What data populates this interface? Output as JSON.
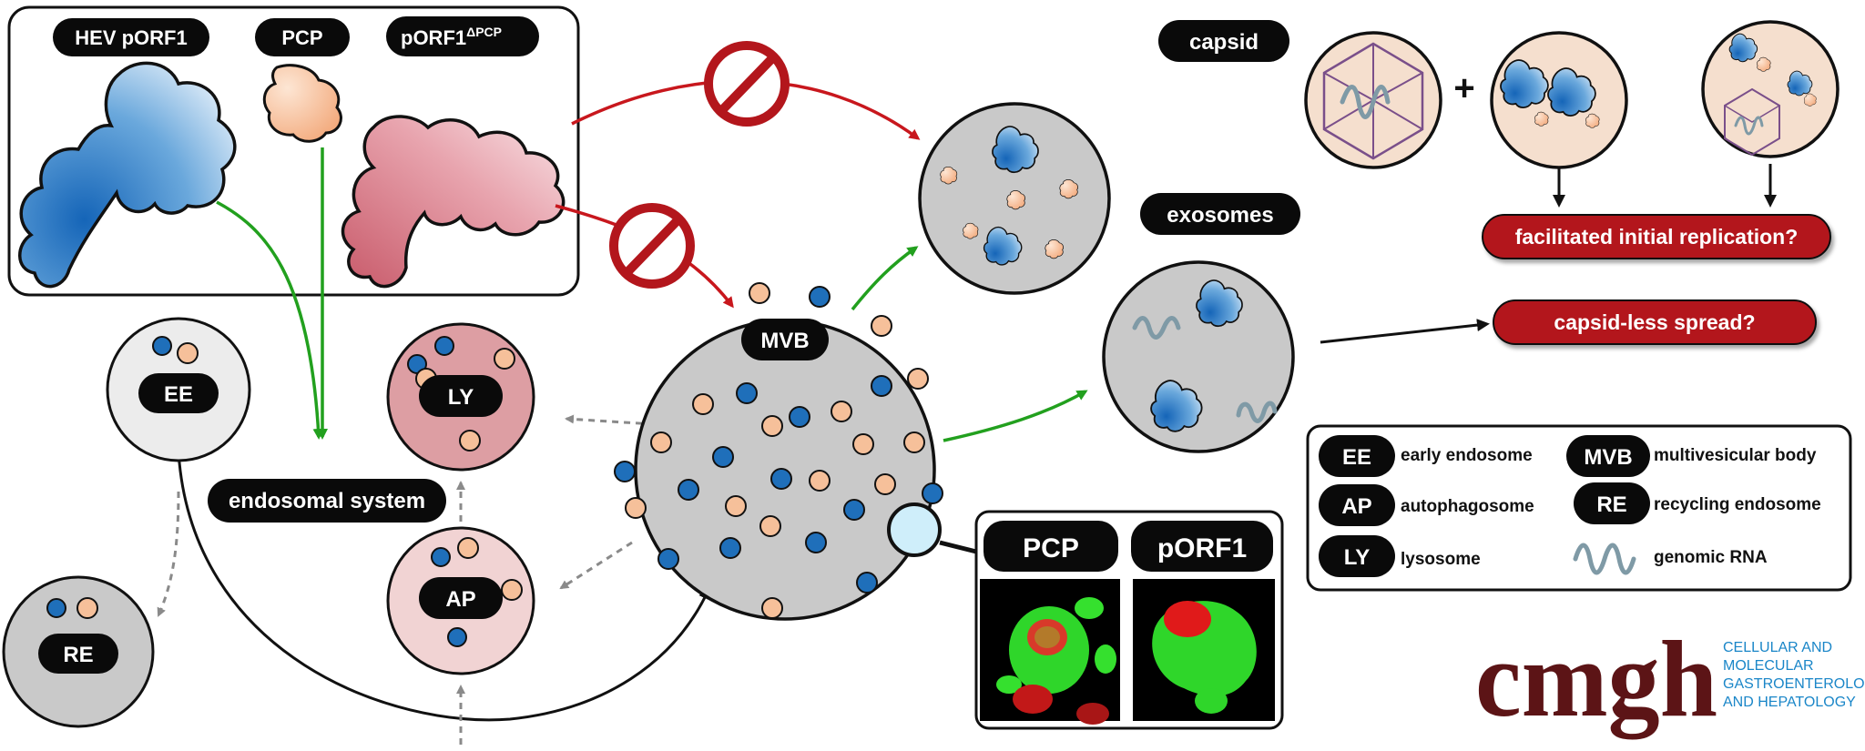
{
  "proteins": {
    "hev_porf1": "HEV pORF1",
    "pcp": "PCP",
    "porf1_dpcp_base": "pORF1",
    "porf1_dpcp_sup": "ΔPCP"
  },
  "compartments": {
    "ee": "EE",
    "ly": "LY",
    "ap": "AP",
    "re": "RE",
    "mvb": "MVB",
    "endosomal_system": "endosomal system"
  },
  "right_panel": {
    "capsid": "capsid",
    "plus": "+",
    "exosomes": "exosomes",
    "question_1": "facilitated initial replication?",
    "question_2": "capsid-less spread?"
  },
  "micrograph": {
    "pcp": "PCP",
    "porf1": "pORF1"
  },
  "legend": {
    "items": [
      {
        "abbr": "EE",
        "text": "early endosome"
      },
      {
        "abbr": "MVB",
        "text": "multivesicular body"
      },
      {
        "abbr": "AP",
        "text": "autophagosome"
      },
      {
        "abbr": "RE",
        "text": "recycling endosome"
      },
      {
        "abbr": "LY",
        "text": "lysosome"
      }
    ],
    "rna_text": "genomic RNA"
  },
  "logo": {
    "word": "cmgh",
    "line1": "CELLULAR AND",
    "line2": "MOLECULAR",
    "line3": "GASTROENTEROLOGY",
    "line4": "AND HEPATOLOGY"
  },
  "colors": {
    "pill_black": "#0a0a0a",
    "pill_red": "#b3161c",
    "arrow_green": "#22a01e",
    "arrow_red": "#c8171d",
    "blue_dot": "#1f6fba",
    "orange_dot": "#f6c09a",
    "compartment_gray": "#c9c9c9",
    "ly_pink": "#dd9ea3",
    "ap_pink": "#f1d3d3",
    "ee_gray": "#ececec",
    "capsid_bg": "#f5dfce",
    "logo_maroon": "#5c1416",
    "logo_blue": "#1a86c8"
  }
}
